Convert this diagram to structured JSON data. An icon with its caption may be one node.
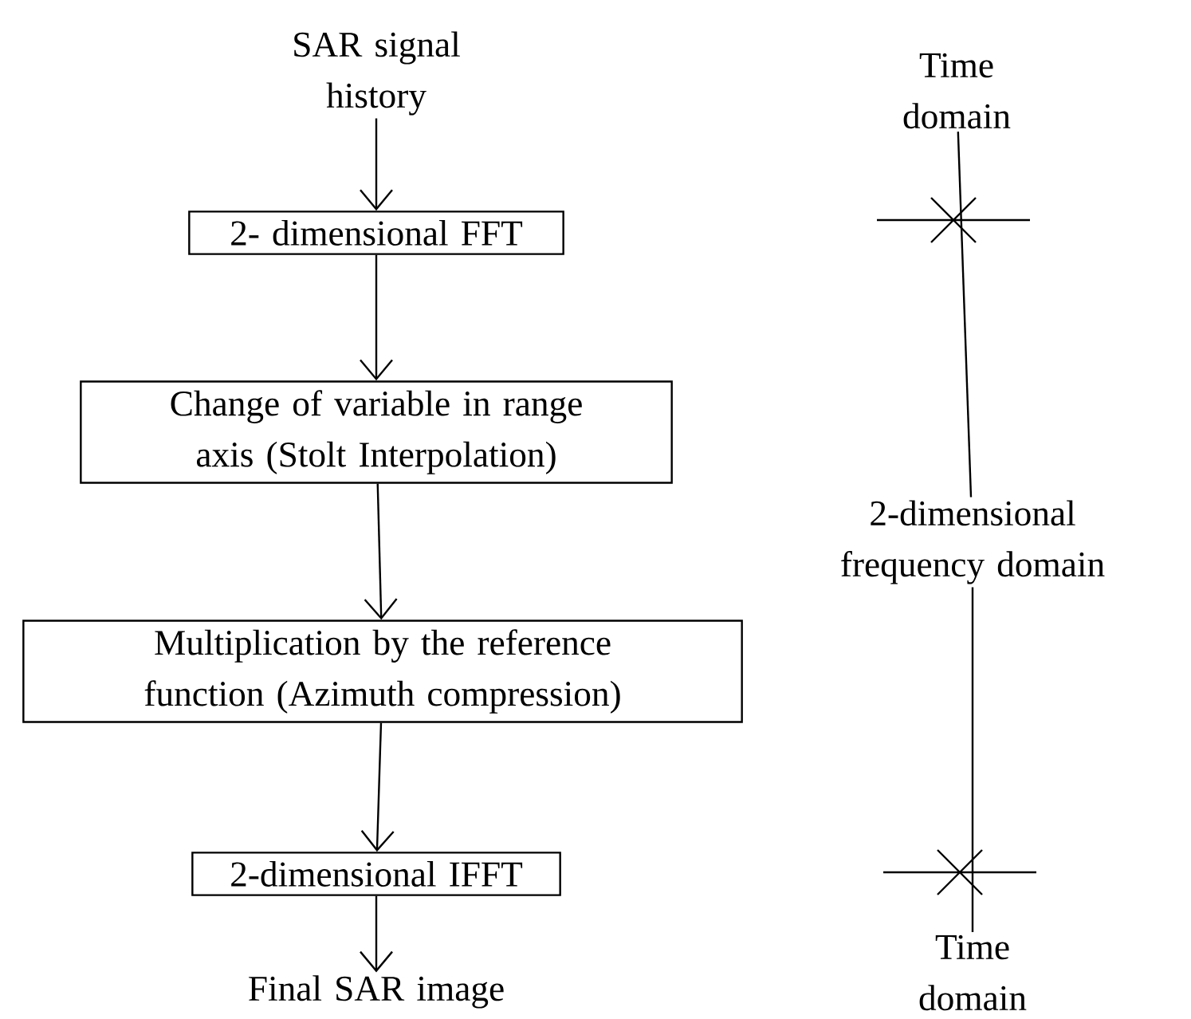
{
  "diagram": {
    "nodes": [
      {
        "text": [
          "SAR signal history"
        ]
      },
      {
        "text": [
          "2- dimensional FFT"
        ]
      },
      {
        "text": [
          "Change of variable in range axis (Stolt Interpolation)"
        ]
      },
      {
        "text": [
          "Multiplication by the reference function (Azimuth compression)"
        ]
      },
      {
        "text": [
          "2-dimensional IFFT"
        ]
      },
      {
        "text": [
          "Final SAR image"
        ]
      },
      {
        "text": [
          "Time domain"
        ]
      },
      {
        "text": [
          "2-dimensional frequency domain"
        ]
      },
      {
        "text": [
          "Time domain"
        ]
      }
    ],
    "edges": [
      {
        "from": 0,
        "to": 1,
        "arrow": "to"
      },
      {
        "from": 1,
        "to": 2,
        "arrow": "to"
      },
      {
        "from": 2,
        "to": 3,
        "arrow": "to"
      },
      {
        "from": 3,
        "to": 4,
        "arrow": "to"
      },
      {
        "from": 4,
        "to": 5,
        "arrow": "to"
      },
      {
        "from": 6,
        "to": 7,
        "arrow": "none"
      },
      {
        "from": 7,
        "to": 8,
        "arrow": "none"
      }
    ]
  }
}
